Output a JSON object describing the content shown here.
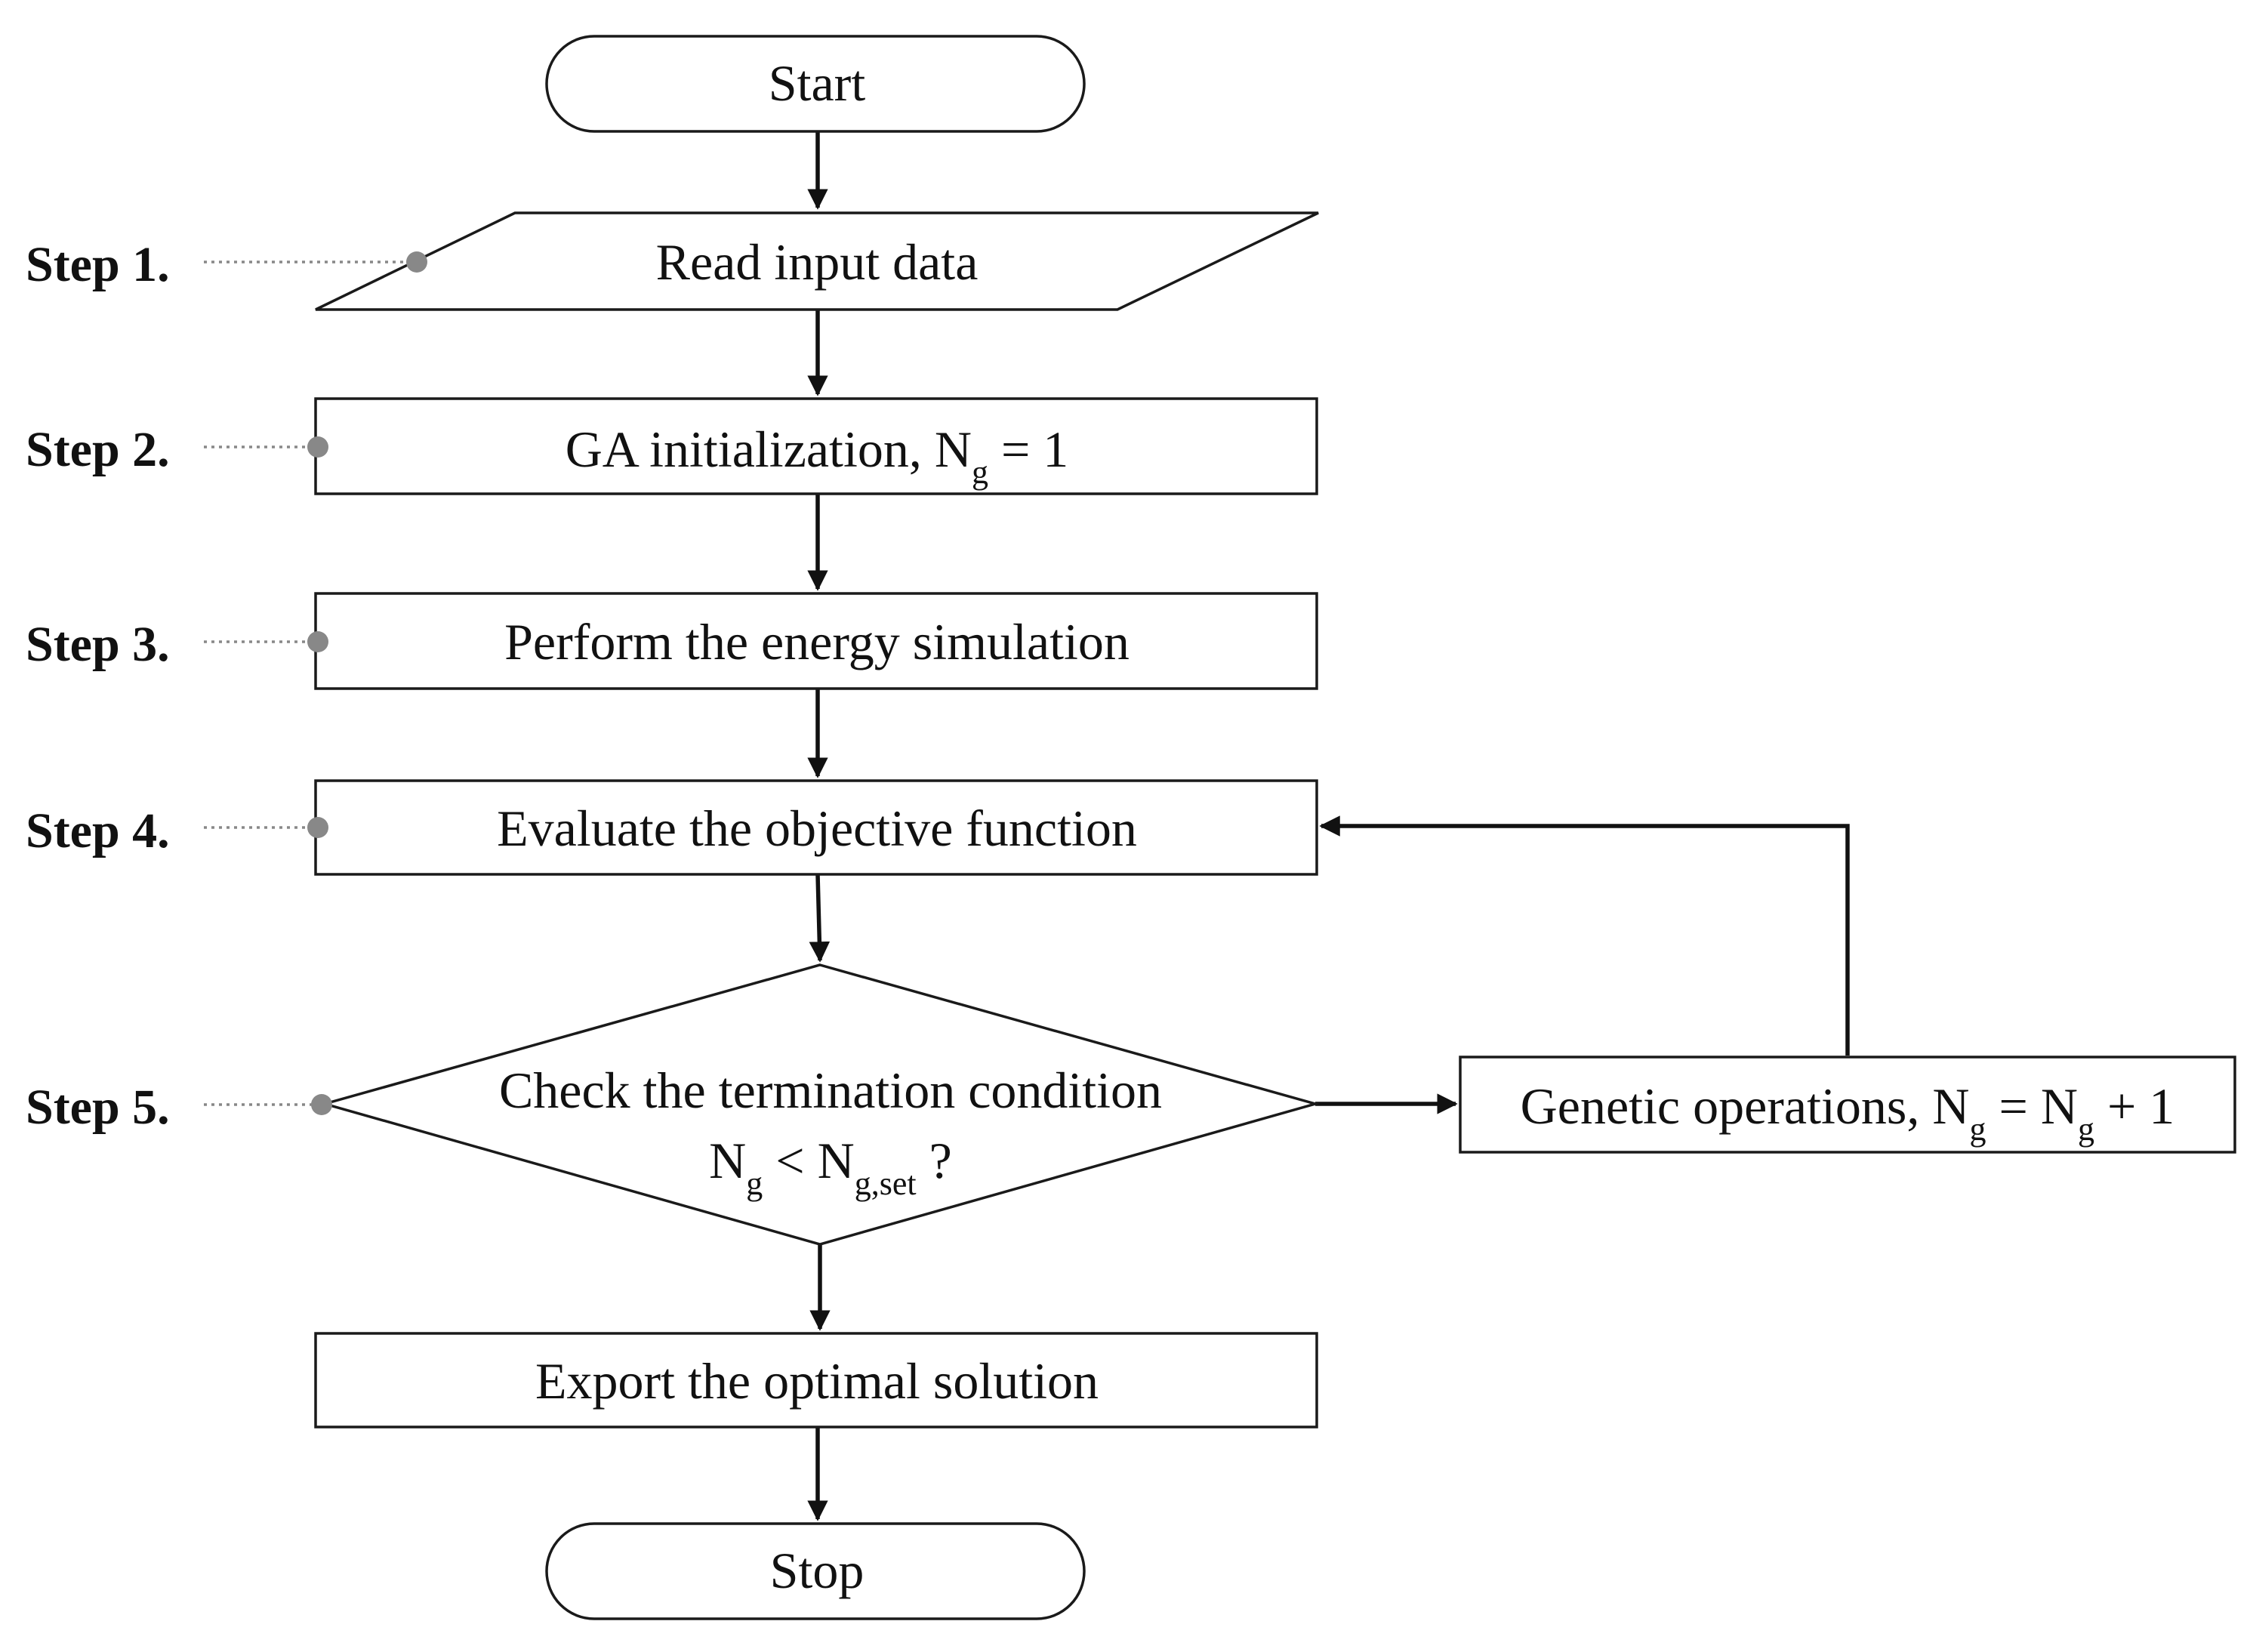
{
  "nodes": {
    "start": {
      "label": "Start"
    },
    "read_input": {
      "label": "Read input data"
    },
    "ga_init": {
      "label_pre": "GA initialization, N",
      "sub": "g",
      "label_post": " = 1"
    },
    "energy_sim": {
      "label": "Perform the energy simulation"
    },
    "evaluate": {
      "label": "Evaluate the objective function"
    },
    "check": {
      "line1": "Check the termination condition",
      "line2_n": "N",
      "line2_sub1": "g",
      "line2_lt": " < N",
      "line2_sub2": "g,set",
      "line2_q": " ?"
    },
    "genetic": {
      "label_pre": "Genetic operations, N",
      "sub1": "g",
      "label_mid": " = N",
      "sub2": "g",
      "label_post": " + 1"
    },
    "export": {
      "label": "Export the optimal solution"
    },
    "stop": {
      "label": "Stop"
    }
  },
  "steps": [
    {
      "label": "Step 1."
    },
    {
      "label": "Step 2."
    },
    {
      "label": "Step 3."
    },
    {
      "label": "Step 4."
    },
    {
      "label": "Step 5."
    }
  ],
  "colors": {
    "line": "#111111",
    "leader": "#888888",
    "fill": "#ffffff"
  }
}
